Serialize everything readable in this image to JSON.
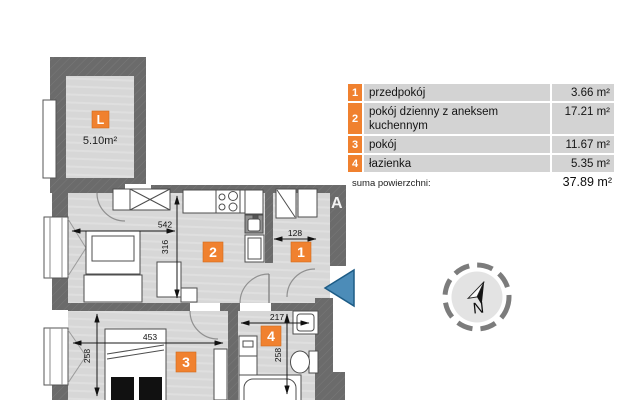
{
  "legend": {
    "rows": [
      {
        "num": "1",
        "label": "przedpokój",
        "area": "3.66 m²"
      },
      {
        "num": "2",
        "label": "pokój dzienny z aneksem kuchennym",
        "area": "17.21 m²"
      },
      {
        "num": "3",
        "label": "pokój",
        "area": "11.67 m²"
      },
      {
        "num": "4",
        "label": "łazienka",
        "area": "5.35 m²"
      }
    ],
    "total_label": "suma powierzchni:",
    "total_value": "37.89 m²"
  },
  "plan": {
    "loggia": {
      "label": "L",
      "area": "5.10m²"
    },
    "room_labels": {
      "hall": "1",
      "living": "2",
      "bedroom": "3",
      "bathroom": "4"
    },
    "dimensions": {
      "living_width": "542",
      "living_depth": "316",
      "hall_width": "128",
      "bedroom_width": "453",
      "bedroom_depth": "258",
      "bath_width": "217",
      "bath_depth": "258"
    },
    "watermark": "A"
  },
  "compass": {
    "north": "N"
  },
  "colors": {
    "wall": "#6b6b6b",
    "floor": "#d7d7d7",
    "accent_orange": "#f0812f",
    "entrance_arrow_blue": "#4c8cb8",
    "legend_row_bg": "#d3d3d3"
  }
}
